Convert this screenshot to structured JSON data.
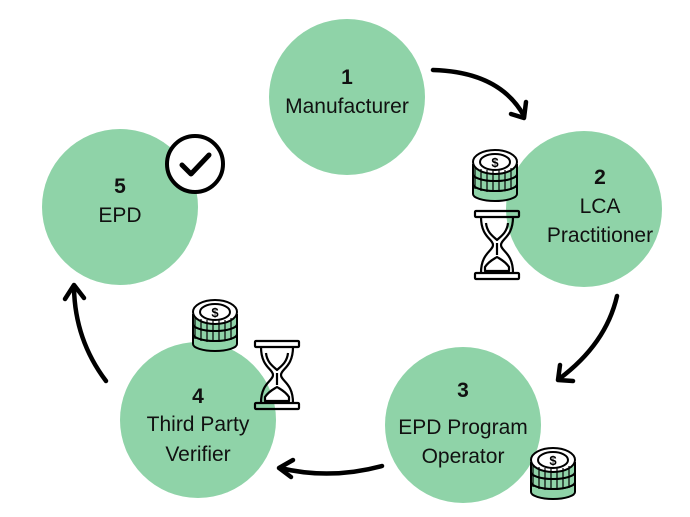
{
  "nodes": [
    {
      "number": "1",
      "lines": [
        "Manufacturer"
      ]
    },
    {
      "number": "2",
      "lines": [
        "LCA",
        "Practitioner"
      ]
    },
    {
      "number": "3",
      "lines": [
        "EPD Program",
        "Operator"
      ]
    },
    {
      "number": "4",
      "lines": [
        "Third Party",
        "Verifier"
      ]
    },
    {
      "number": "5",
      "lines": [
        "EPD"
      ]
    }
  ],
  "icons": {
    "cost": "coin-stack-icon",
    "time": "hourglass-icon",
    "done": "checkmark-icon"
  },
  "colors": {
    "node_fill": "#8fd3a8",
    "stroke": "#000000",
    "text": "#111111"
  }
}
